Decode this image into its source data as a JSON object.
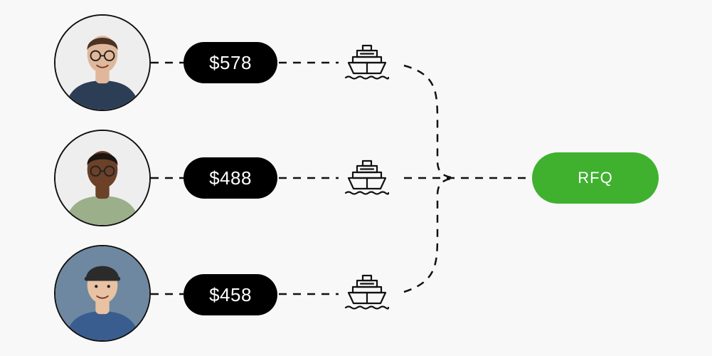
{
  "rows": [
    {
      "price": "$578",
      "avatar": {
        "bg": "#eeeeee",
        "skin": "#e0b79a",
        "hair": "#4a3322",
        "shirt": "#2c3e55",
        "accessory": "glasses"
      }
    },
    {
      "price": "$488",
      "avatar": {
        "bg": "#eeeeee",
        "skin": "#6b4128",
        "hair": "#1d1410",
        "shirt": "#9bb08a",
        "accessory": "glasses"
      }
    },
    {
      "price": "$458",
      "avatar": {
        "bg": "#6d88a0",
        "skin": "#e8c2a2",
        "hair": "#2b2b2b",
        "shirt": "#3a5d8f",
        "accessory": "cap"
      }
    }
  ],
  "target": {
    "label": "RFQ",
    "color": "#3fb12f"
  },
  "colors": {
    "line": "#111111",
    "pill": "#000000"
  }
}
